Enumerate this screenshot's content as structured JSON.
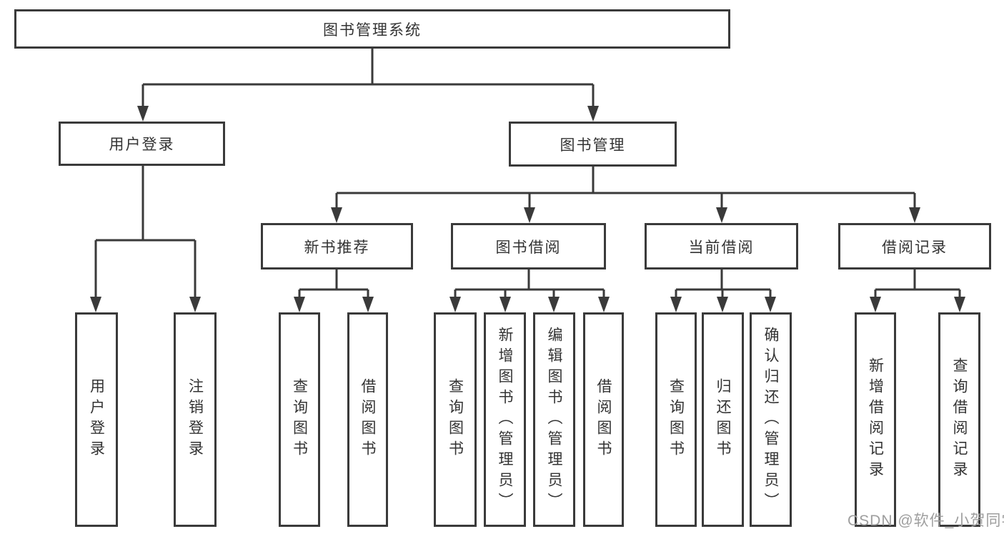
{
  "tree": {
    "root": {
      "label": "图书管理系统"
    },
    "branches": [
      {
        "label": "用户登录",
        "children": [
          {
            "label": "用户登录"
          },
          {
            "label": "注销登录"
          }
        ]
      },
      {
        "label": "图书管理",
        "children": [
          {
            "label": "新书推荐",
            "children": [
              {
                "label": "查询图书"
              },
              {
                "label": "借阅图书"
              }
            ]
          },
          {
            "label": "图书借阅",
            "children": [
              {
                "label": "查询图书"
              },
              {
                "label": "新增图书（管理员）"
              },
              {
                "label": "编辑图书（管理员）"
              },
              {
                "label": "借阅图书"
              }
            ]
          },
          {
            "label": "当前借阅",
            "children": [
              {
                "label": "查询图书"
              },
              {
                "label": "归还图书"
              },
              {
                "label": "确认归还（管理员）"
              }
            ]
          },
          {
            "label": "借阅记录",
            "children": [
              {
                "label": "新增借阅记录"
              },
              {
                "label": "查询借阅记录"
              }
            ]
          }
        ]
      }
    ]
  },
  "watermark": {
    "text": "CSDN @软件_小贺同学"
  },
  "colors": {
    "line": "#3a3a3a",
    "text": "#333333",
    "watermark": "#9e9e9e",
    "background": "#ffffff"
  }
}
